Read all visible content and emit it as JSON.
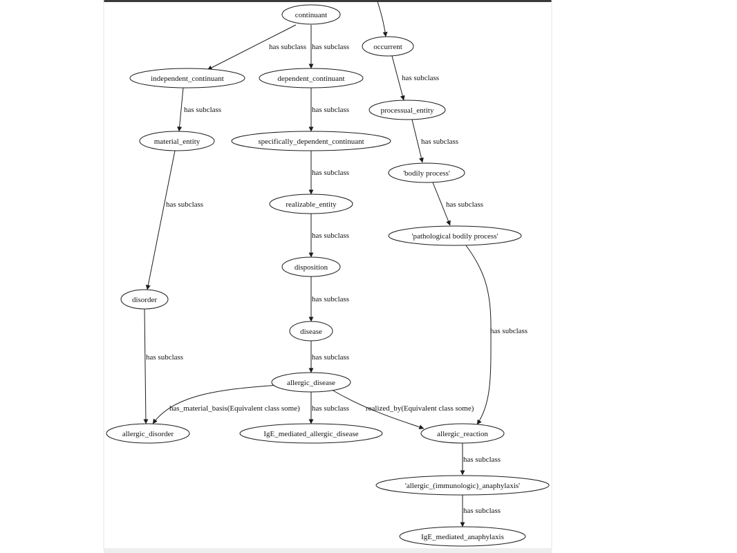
{
  "diagram": {
    "edge_label_default": "has subclass",
    "nodes": [
      {
        "id": "continuant",
        "label": "continuant"
      },
      {
        "id": "occurrent",
        "label": "occurrent"
      },
      {
        "id": "independent_continuant",
        "label": "independent_continuant"
      },
      {
        "id": "dependent_continuant",
        "label": "dependent_continuant"
      },
      {
        "id": "processual_entity",
        "label": "processual_entity"
      },
      {
        "id": "material_entity",
        "label": "material_entity"
      },
      {
        "id": "specifically_dependent_continuant",
        "label": "specifically_dependent_continuant"
      },
      {
        "id": "bodily_process",
        "label": "'bodily process'"
      },
      {
        "id": "realizable_entity",
        "label": "realizable_entity"
      },
      {
        "id": "pathological_bodily_process",
        "label": "'pathological bodily process'"
      },
      {
        "id": "disposition",
        "label": "disposition"
      },
      {
        "id": "disorder",
        "label": "disorder"
      },
      {
        "id": "disease",
        "label": "disease"
      },
      {
        "id": "allergic_disease",
        "label": "allergic_disease"
      },
      {
        "id": "allergic_disorder",
        "label": "allergic_disorder"
      },
      {
        "id": "ige_mediated_allergic_disease",
        "label": "IgE_mediated_allergic_disease"
      },
      {
        "id": "allergic_reaction",
        "label": "allergic_reaction"
      },
      {
        "id": "allergic_immunologic_anaphylaxis",
        "label": "'allergic_(immunologic)_anaphylaxis'"
      },
      {
        "id": "ige_mediated_anaphylaxis",
        "label": "IgE_mediated_anaphylaxis"
      }
    ],
    "edges": [
      {
        "id": "e_top_occurrent",
        "from": "",
        "to": "occurrent",
        "label": ""
      },
      {
        "id": "e1",
        "from": "continuant",
        "to": "independent_continuant",
        "label": "has subclass"
      },
      {
        "id": "e2",
        "from": "continuant",
        "to": "dependent_continuant",
        "label": "has subclass"
      },
      {
        "id": "e3",
        "from": "occurrent",
        "to": "processual_entity",
        "label": "has subclass"
      },
      {
        "id": "e4",
        "from": "independent_continuant",
        "to": "material_entity",
        "label": "has subclass"
      },
      {
        "id": "e5",
        "from": "dependent_continuant",
        "to": "specifically_dependent_continuant",
        "label": "has subclass"
      },
      {
        "id": "e6",
        "from": "processual_entity",
        "to": "bodily_process",
        "label": "has subclass"
      },
      {
        "id": "e7",
        "from": "material_entity",
        "to": "disorder",
        "label": "has subclass"
      },
      {
        "id": "e8",
        "from": "specifically_dependent_continuant",
        "to": "realizable_entity",
        "label": "has subclass"
      },
      {
        "id": "e9",
        "from": "bodily_process",
        "to": "pathological_bodily_process",
        "label": "has subclass"
      },
      {
        "id": "e10",
        "from": "realizable_entity",
        "to": "disposition",
        "label": "has subclass"
      },
      {
        "id": "e11",
        "from": "disposition",
        "to": "disease",
        "label": "has subclass"
      },
      {
        "id": "e12",
        "from": "pathological_bodily_process",
        "to": "allergic_reaction",
        "label": "has subclass"
      },
      {
        "id": "e13",
        "from": "disorder",
        "to": "allergic_disorder",
        "label": "has subclass"
      },
      {
        "id": "e14",
        "from": "disease",
        "to": "allergic_disease",
        "label": "has subclass"
      },
      {
        "id": "e15",
        "from": "allergic_disease",
        "to": "allergic_disorder",
        "label": "has_material_basis(Equivalent class some)"
      },
      {
        "id": "e16",
        "from": "allergic_disease",
        "to": "ige_mediated_allergic_disease",
        "label": "has subclass"
      },
      {
        "id": "e17",
        "from": "allergic_disease",
        "to": "allergic_reaction",
        "label": "realized_by(Equivalent class some)"
      },
      {
        "id": "e18",
        "from": "allergic_reaction",
        "to": "allergic_immunologic_anaphylaxis",
        "label": "has subclass"
      },
      {
        "id": "e19",
        "from": "allergic_immunologic_anaphylaxis",
        "to": "ige_mediated_anaphylaxis",
        "label": "has subclass"
      }
    ]
  }
}
